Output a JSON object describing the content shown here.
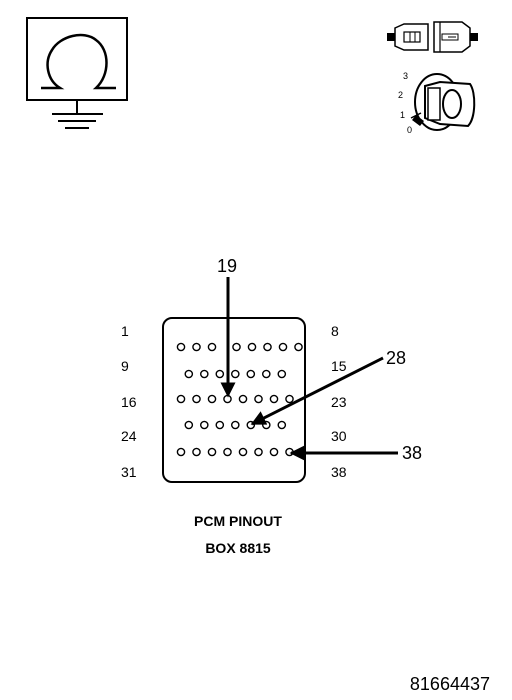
{
  "connector": {
    "row_labels_left": [
      "1",
      "9",
      "16",
      "24",
      "31"
    ],
    "row_labels_right": [
      "8",
      "15",
      "23",
      "30",
      "38"
    ],
    "pin_rows": [
      {
        "start": 1,
        "count": 8
      },
      {
        "start": 9,
        "count": 7
      },
      {
        "start": 16,
        "count": 8
      },
      {
        "start": 24,
        "count": 7
      },
      {
        "start": 31,
        "count": 8
      }
    ],
    "callouts": [
      "19",
      "28",
      "38"
    ]
  },
  "caption": {
    "line1": "PCM PINOUT",
    "line2": "BOX 8815"
  },
  "document_number": "81664437",
  "ignition": {
    "positions": [
      "3",
      "2",
      "1",
      "0"
    ]
  },
  "icons": {
    "ohmmeter": "ohm-meter-ground-icon",
    "connector": "connector-disconnect-icon",
    "key": "ignition-key-icon"
  }
}
